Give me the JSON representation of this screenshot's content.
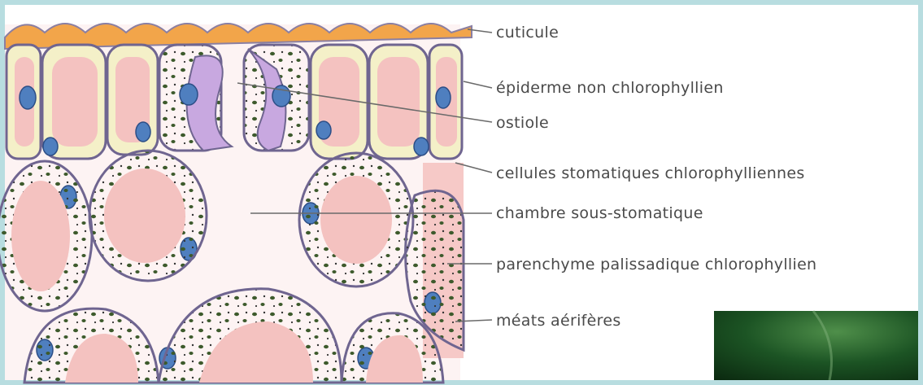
{
  "labels": {
    "cuticule": "cuticule",
    "epiderme": "épiderme non chlorophyllien",
    "ostiole": "ostiole",
    "cellules": "cellules stomatiques chlorophylliennes",
    "chambre": "chambre sous-stomatique",
    "parenchyme": "parenchyme palissadique chlorophyllien",
    "meats": "méats aérifères"
  },
  "colors": {
    "frame": "#b8dde0",
    "cuticle": "#f2a54a",
    "cell_wall": "#8a7fa2",
    "cytoplasm": "#f4f0c8",
    "vacuole": "#f4c2c0",
    "nucleus": "#4f7fbf",
    "chloroplast": "#3d5a2c",
    "guard_cell": "#c8a8e0",
    "leaf_photo": "#1c5424"
  }
}
